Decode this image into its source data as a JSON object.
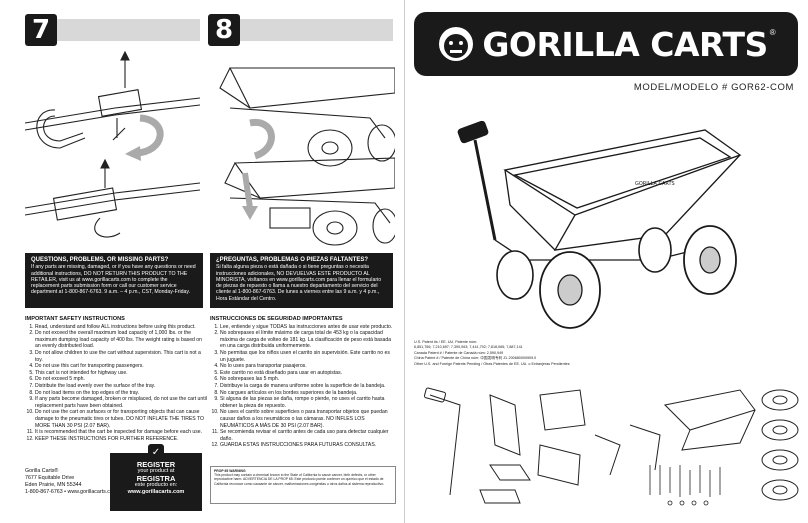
{
  "step7": {
    "number": "7"
  },
  "step8": {
    "number": "8"
  },
  "help_en": {
    "title": "QUESTIONS, PROBLEMS, OR MISSING PARTS?",
    "body": "If any parts are missing, damaged, or if you have any questions or need additional instructions, DO NOT RETURN THIS PRODUCT TO THE RETAILER, visit us at www.gorillacarts.com to complete the replacement parts submission form or call our customer service department at 1-800-867-6763. 9 a.m. – 4 p.m., CST, Monday-Friday."
  },
  "help_es": {
    "title": "¿PREGUNTAS, PROBLEMAS O PIEZAS FALTANTES?",
    "body": "Si falta alguna pieza o está dañada o si tiene preguntas o necesita instrucciones adicionales, NO DEVUELVAS ESTE PRODUCTO AL MINORISTA, visítanos en www.gorillacarts.com para llenar el formulario de piezas de repuesto o llama a nuestro departamento del servicio del cliente al 1-800-867-6763. De lunes a viernes entre las 9 a.m. y 4 p.m., Hora Estándar del Centro."
  },
  "safety_en": {
    "title": "IMPORTANT SAFETY INSTRUCTIONS",
    "items": [
      "Read, understand and follow ALL instructions before using this product.",
      "Do not exceed the overall maximum load capacity of 1,000 lbs. or the maximum dumping load capacity of 400 lbs. The weight rating is based on an evenly distributed load.",
      "Do not allow children to use the cart without supervision. This cart is not a toy.",
      "Do not use this cart for transporting passengers.",
      "This cart is not intended for highway use.",
      "Do not exceed 5 mph.",
      "Distribute the load evenly over the surface of the tray.",
      "Do not load items on the top edges of the tray.",
      "If any parts become damaged, broken or misplaced, do not use the cart until replacement parts have been obtained.",
      "Do not use the cart on surfaces or for transporting objects that can cause damage to the pneumatic tires or tubes. DO NOT INFLATE THE TIRES TO MORE THAN 30 PSI (2.07 BAR).",
      "It is recommended that the cart be inspected for damage before each use.",
      "KEEP THESE INSTRUCTIONS FOR FURTHER REFERENCE."
    ]
  },
  "safety_es": {
    "title": "INSTRUCCIONES DE SEGURIDAD IMPORTANTES",
    "items": [
      "Lee, entiende y sigue TODAS las instrucciones antes de usar este producto.",
      "No sobrepases el límite máximo de carga total de 453 kg o la capacidad máxima de carga de volteo de 181 kg. La clasificación de peso está basada en una carga distribuida uniformemente.",
      "No permitas que los niños usen el carrito sin supervisión. Este carrito no es un juguete.",
      "No lo uses para transportar pasajeros.",
      "Este carrito no está diseñado para usar en autopistas.",
      "No sobrepases las 5 mph.",
      "Distribuye la carga de manera uniforme sobre la superficie de la bandeja.",
      "No cargues artículos en los bordes superiores de la bandeja.",
      "Si alguna de las piezas se daña, rompe o pierde, no uses el carrito hasta obtener la pieza de repuesto.",
      "No uses el carrito sobre superficies o para transportar objetos que puedan causar daños a los neumáticos o las cámaras. NO INFLES LOS NEUMÁTICOS A MÁS DE 30 PSI (2.07 BAR).",
      "Se recomienda revisar el carrito antes de cada uso para detectar cualquier daño.",
      "GUARDA ESTAS INSTRUCCIONES PARA FUTURAS CONSULTAS."
    ]
  },
  "address": {
    "lines": [
      "Gorilla Carts®",
      "7677 Equitable Drive",
      "Eden Prairie, MN 55344",
      "1-800-867-6763 • www.gorillacarts.com"
    ]
  },
  "register": {
    "line1": "REGISTER",
    "line2": "your product at",
    "line3": "REGISTRA",
    "line4": "este producto en:",
    "url": "www.gorillacarts.com"
  },
  "warning": {
    "title": "PROP 65 WARNING",
    "body": "This product may contain a chemical known to the State of California to cause cancer, birth defects, or other reproductive harm. ADVERTENCIA DE LA PROP 65: Este producto puede contener un químico que el estado de California reconoce como causante de cáncer, malformaciones congénitas u otros daños al sistema reproductivo."
  },
  "brand": {
    "name": "GORILLA CARTS",
    "reg": "®"
  },
  "model": {
    "label": "MODEL/MODELO # GOR62-COM"
  },
  "patents": {
    "lines": [
      "U.S. Patent #s / EE. UU. Patente núm:",
      "6,851,756; 7,210,697; 7,390,063; 7,441,792; 7,818,065; 7,887,141",
      "Canada Patent # / Patente de Canadá núm: 2,590,949",
      "China Patent # / Patente de China núm: 中国发明专利 ZL 200680000909.0",
      "Other U.S. and Foreign Patents Pending / Otras Patentes de EE. UU. o Extranjeras Pendientes"
    ]
  },
  "colors": {
    "dark": "#1a1a1a",
    "bar": "#d8d8d8"
  }
}
